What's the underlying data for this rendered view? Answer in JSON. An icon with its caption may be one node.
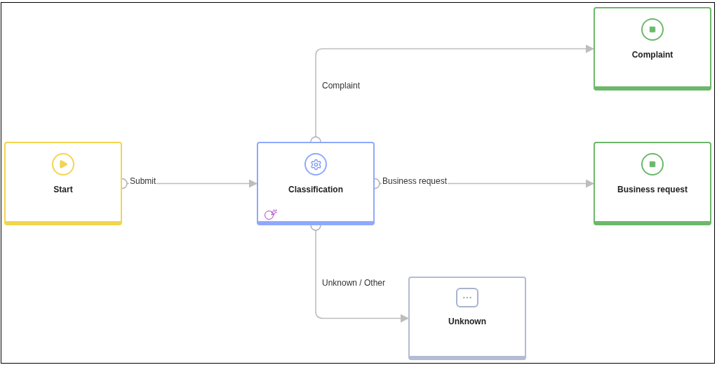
{
  "diagram": {
    "nodes": [
      {
        "text": [
          "Start"
        ]
      },
      {
        "text": [
          "Classification"
        ]
      },
      {
        "text": [
          "Complaint"
        ]
      },
      {
        "text": [
          "Business request"
        ]
      },
      {
        "text": [
          "Unknown"
        ]
      }
    ],
    "edges": [
      {
        "from": 0,
        "to": 1,
        "arrow": "to",
        "label": "Submit"
      },
      {
        "from": 1,
        "to": 2,
        "arrow": "to",
        "label": "Complaint"
      },
      {
        "from": 1,
        "to": 3,
        "arrow": "to",
        "label": "Business request"
      },
      {
        "from": 1,
        "to": 4,
        "arrow": "to",
        "label": "Unknown / Other"
      }
    ]
  }
}
